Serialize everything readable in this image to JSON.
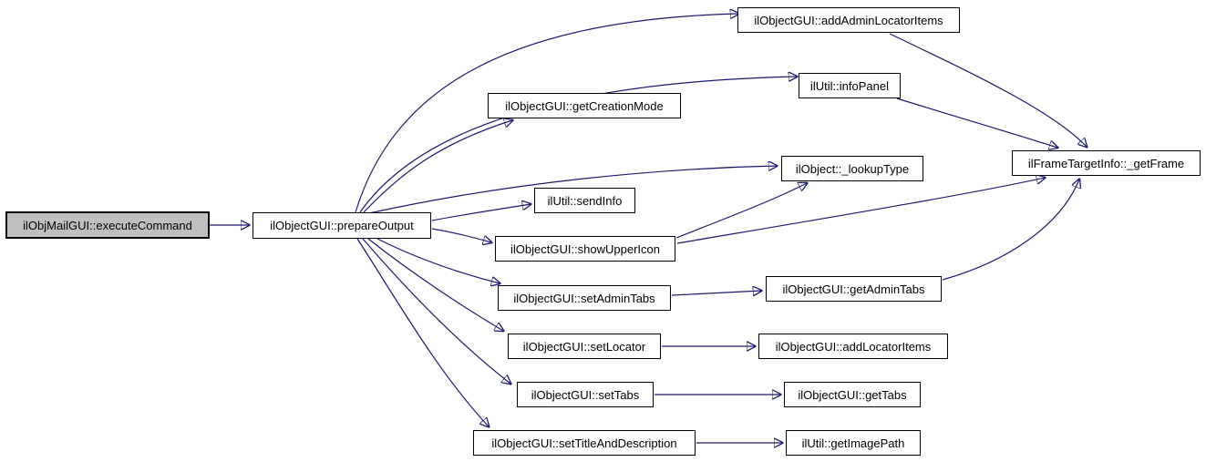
{
  "diagram": {
    "type": "doxygen-call-graph",
    "background": "#ffffff",
    "edge_color": "#191970",
    "node_border_color": "#000000",
    "node_fill": "#ffffff",
    "root_fill": "#bfbfbf",
    "text_color": "#000000"
  },
  "nodes": [
    {
      "id": "executeCommand",
      "label": "ilObjMailGUI::executeCommand",
      "root": true
    },
    {
      "id": "prepareOutput",
      "label": "ilObjectGUI::prepareOutput"
    },
    {
      "id": "addAdminLocatorItems",
      "label": "ilObjectGUI::addAdminLocatorItems"
    },
    {
      "id": "infoPanel",
      "label": "ilUtil::infoPanel"
    },
    {
      "id": "getCreationMode",
      "label": "ilObjectGUI::getCreationMode"
    },
    {
      "id": "lookupType",
      "label": "ilObject::_lookupType"
    },
    {
      "id": "getFrame",
      "label": "ilFrameTargetInfo::_getFrame"
    },
    {
      "id": "sendInfo",
      "label": "ilUtil::sendInfo"
    },
    {
      "id": "showUpperIcon",
      "label": "ilObjectGUI::showUpperIcon"
    },
    {
      "id": "setAdminTabs",
      "label": "ilObjectGUI::setAdminTabs"
    },
    {
      "id": "getAdminTabs",
      "label": "ilObjectGUI::getAdminTabs"
    },
    {
      "id": "setLocator",
      "label": "ilObjectGUI::setLocator"
    },
    {
      "id": "addLocatorItems",
      "label": "ilObjectGUI::addLocatorItems"
    },
    {
      "id": "setTabs",
      "label": "ilObjectGUI::setTabs"
    },
    {
      "id": "getTabs",
      "label": "ilObjectGUI::getTabs"
    },
    {
      "id": "setTitleAndDescription",
      "label": "ilObjectGUI::setTitleAndDescription"
    },
    {
      "id": "getImagePath",
      "label": "ilUtil::getImagePath"
    }
  ],
  "edges": [
    {
      "from": "executeCommand",
      "to": "prepareOutput"
    },
    {
      "from": "prepareOutput",
      "to": "addAdminLocatorItems"
    },
    {
      "from": "prepareOutput",
      "to": "infoPanel"
    },
    {
      "from": "prepareOutput",
      "to": "getCreationMode"
    },
    {
      "from": "prepareOutput",
      "to": "lookupType"
    },
    {
      "from": "prepareOutput",
      "to": "sendInfo"
    },
    {
      "from": "prepareOutput",
      "to": "showUpperIcon"
    },
    {
      "from": "prepareOutput",
      "to": "setAdminTabs"
    },
    {
      "from": "prepareOutput",
      "to": "setLocator"
    },
    {
      "from": "prepareOutput",
      "to": "setTabs"
    },
    {
      "from": "prepareOutput",
      "to": "setTitleAndDescription"
    },
    {
      "from": "addAdminLocatorItems",
      "to": "getFrame"
    },
    {
      "from": "infoPanel",
      "to": "getFrame"
    },
    {
      "from": "showUpperIcon",
      "to": "lookupType"
    },
    {
      "from": "showUpperIcon",
      "to": "getFrame"
    },
    {
      "from": "getAdminTabs",
      "to": "getFrame"
    },
    {
      "from": "setAdminTabs",
      "to": "getAdminTabs"
    },
    {
      "from": "setLocator",
      "to": "addLocatorItems"
    },
    {
      "from": "setTabs",
      "to": "getTabs"
    },
    {
      "from": "setTitleAndDescription",
      "to": "getImagePath"
    }
  ]
}
